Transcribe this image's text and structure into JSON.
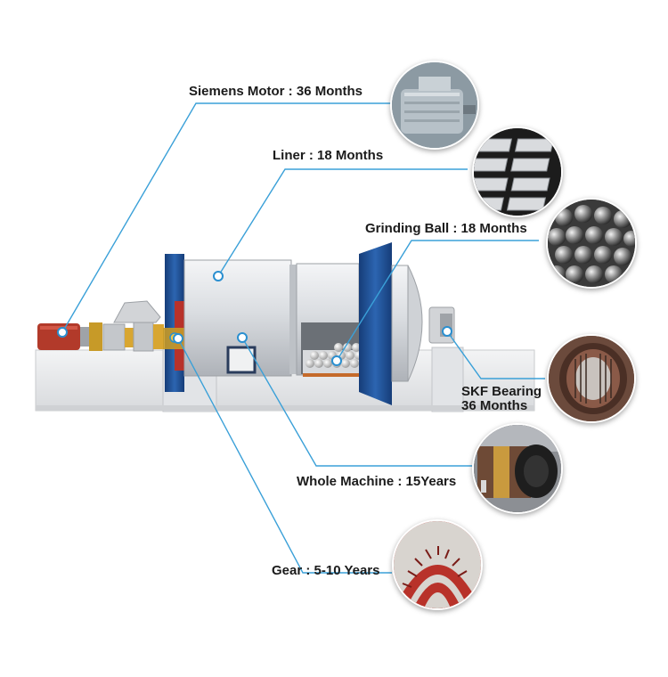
{
  "labels": {
    "motor": "Siemens Motor : 36 Months",
    "liner": "Liner : 18 Months",
    "ball": "Grinding Ball : 18 Months",
    "bearing_line1": "SKF Bearing",
    "bearing_line2": "36 Months",
    "machine": "Whole Machine  : 15Years",
    "gear": "Gear : 5-10 Years"
  },
  "colors": {
    "leader_line": "#3aa0d8",
    "dot": "#2a8fd0",
    "shell": "#dfe2e6",
    "flange_blue": "#1e4f93",
    "motor_red": "#b23a2a",
    "base": "#e9eaec",
    "gear_red": "#b8322a"
  },
  "icons": {
    "motor": "motor-photo",
    "liner": "liner-photo",
    "ball": "grinding-balls-photo",
    "bearing": "bearing-photo",
    "machine": "drum-photo",
    "gear": "gear-photo"
  }
}
